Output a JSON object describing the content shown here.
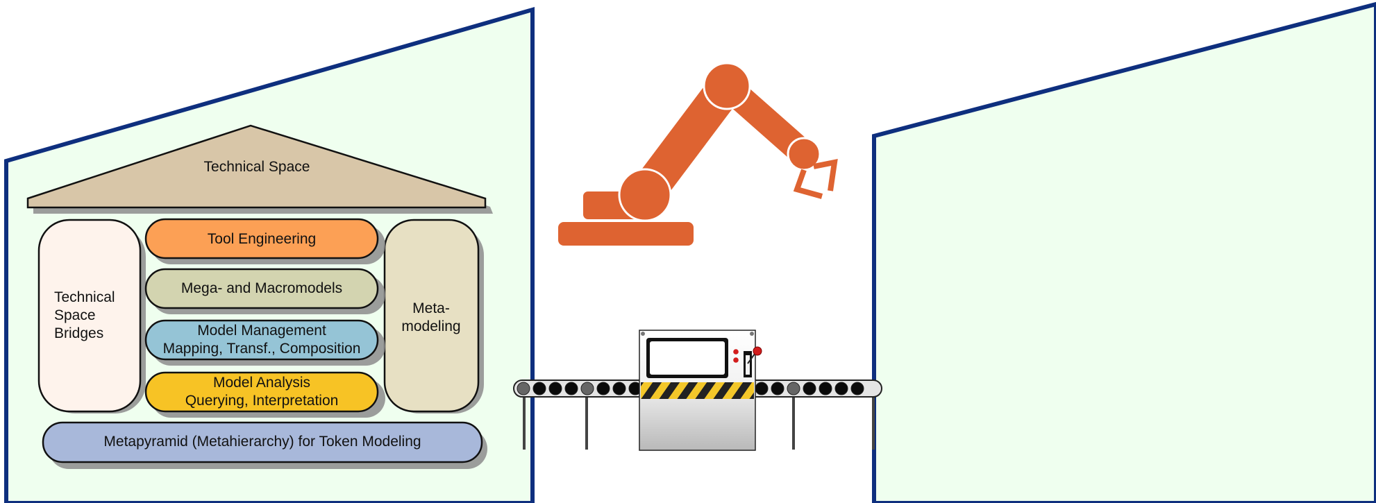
{
  "roof": {
    "label": "Technical Space"
  },
  "pillars": {
    "left": [
      "Technical",
      "Space",
      "Bridges"
    ],
    "right": [
      "Meta-",
      "modeling"
    ]
  },
  "layers": [
    {
      "lines": [
        "Tool  Engineering"
      ],
      "color": "#fca055"
    },
    {
      "lines": [
        "Mega- and Macromodels"
      ],
      "color": "#d3d4b0"
    },
    {
      "lines": [
        "Model Management",
        "Mapping, Transf., Composition"
      ],
      "color": "#95c4d6"
    },
    {
      "lines": [
        "Model Analysis",
        "Querying, Interpretation"
      ],
      "color": "#f7c325"
    }
  ],
  "foundation": {
    "label": "Metapyramid (Metahierarchy) for Token Modeling",
    "color": "#a8b8da"
  },
  "colors": {
    "factory_wall": "#efffef",
    "factory_outline": "#0e2f7e",
    "roof_fill": "#d8c6a8",
    "left_pillar_fill": "#fef3ec",
    "right_pillar_fill": "#e7e0c3",
    "robot": "#de6331"
  },
  "icons": {
    "robot": "robot-arm-icon",
    "machine": "processing-machine-icon",
    "conveyor": "conveyor-belt-icon"
  }
}
